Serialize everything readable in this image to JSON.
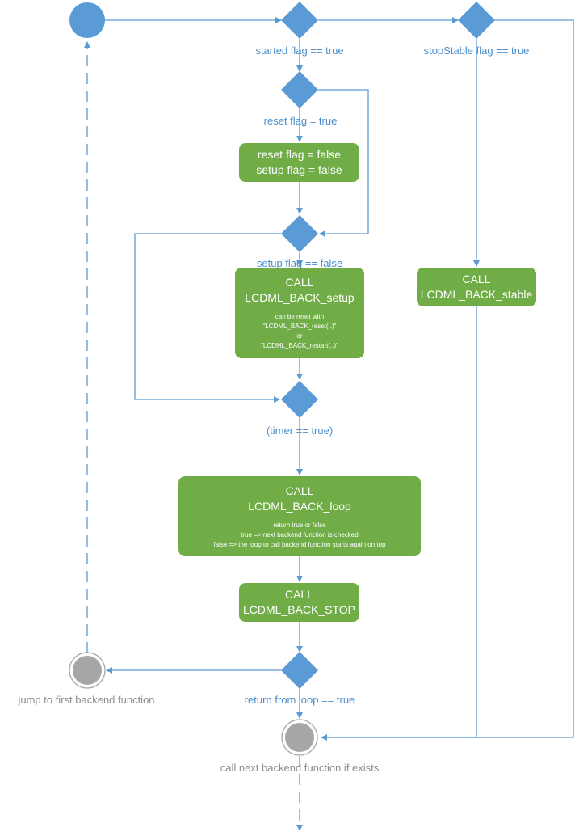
{
  "labels": {
    "started": "started flag == true",
    "stop_stable": "stopStable flag == true",
    "reset_cond": "reset flag = true",
    "setup_cond": "setup flag == false",
    "timer": "(timer == true)",
    "return_loop": "return from loop == true",
    "jump_first": "jump to first backend function",
    "call_next": "call next backend function if exists"
  },
  "boxes": {
    "reset": {
      "line1": "reset flag = false",
      "line2": "setup flag = false"
    },
    "setup": {
      "line1": "CALL",
      "line2": "LCDML_BACK_setup",
      "note1": "can be reset with",
      "note2": "\"LCDML_BACK_reset(..)\"",
      "note3": "or",
      "note4": "\"LCDML_BACK_restart(..)\""
    },
    "stable": {
      "line1": "CALL",
      "line2": "LCDML_BACK_stable"
    },
    "loop": {
      "line1": "CALL",
      "line2": "LCDML_BACK_loop",
      "note1": "return true or false",
      "note2": "true => next backend function is checked",
      "note3": "false => the loop to call backend function starts again on top"
    },
    "stop": {
      "line1": "CALL",
      "line2": "LCDML_BACK_STOP"
    }
  },
  "colors": {
    "blue": "#5b9bd5",
    "green": "#70ad47",
    "gray": "#a6a6a6",
    "label_blue": "#4a8dc8",
    "label_gray": "#8c8c8c"
  }
}
